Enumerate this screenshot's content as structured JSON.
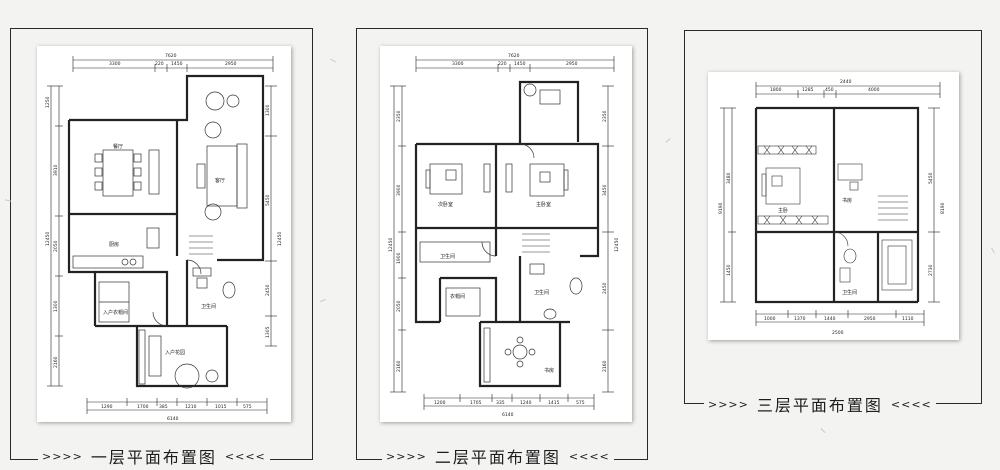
{
  "colors": {
    "background": "#f3f3f1",
    "frame": "#2a2a2a",
    "sheet": "#ffffff",
    "line": "#222222"
  },
  "panels": [
    {
      "caption": "一层平面布置图",
      "chev_left": ">>>>",
      "chev_right": "<<<<",
      "dimensions": {
        "top_total": "7620",
        "top_parts": [
          "3300",
          "220",
          "1450",
          "2950"
        ],
        "bottom_total": "6140",
        "bottom_parts": [
          "1290",
          "1700",
          "385",
          "1210",
          "1015",
          "575"
        ],
        "left": [
          "1250",
          "3910",
          "12450",
          "2050",
          "1300",
          "2160"
        ],
        "right": [
          "1300",
          "5450",
          "12450",
          "2450",
          "1305"
        ]
      },
      "rooms": [
        "餐厅",
        "客厅",
        "厨房",
        "入户衣帽间",
        "卫生间",
        "入户花园"
      ]
    },
    {
      "caption": "二层平面布置图",
      "chev_left": ">>>>",
      "chev_right": "<<<<",
      "dimensions": {
        "top_total": "7620",
        "top_parts": [
          "3300",
          "220",
          "1450",
          "2950"
        ],
        "bottom_total": "6140",
        "bottom_parts": [
          "1200",
          "1705",
          "335",
          "1240",
          "1415",
          "575"
        ],
        "left": [
          "2350",
          "3900",
          "12450",
          "1900",
          "2050",
          "2160"
        ],
        "right": [
          "2350",
          "3450",
          "12450",
          "2450",
          "2160"
        ]
      },
      "rooms": [
        "次卧室",
        "主卧室",
        "卫生间",
        "衣帽间",
        "卫生间",
        "书房"
      ]
    },
    {
      "caption": "三层平面布置图",
      "chev_left": ">>>>",
      "chev_right": "<<<<",
      "dimensions": {
        "top_total": "2440",
        "top_parts": [
          "1800",
          "1285",
          "450",
          "4000"
        ],
        "bottom_total": "2500",
        "bottom_parts": [
          "1000",
          "1370",
          "1440",
          "2950",
          "1110"
        ],
        "left": [
          "3480",
          "9190",
          "1450"
        ],
        "right": [
          "5450",
          "8190",
          "2730"
        ]
      },
      "rooms": [
        "主卧",
        "书房",
        "卫生间"
      ]
    }
  ]
}
